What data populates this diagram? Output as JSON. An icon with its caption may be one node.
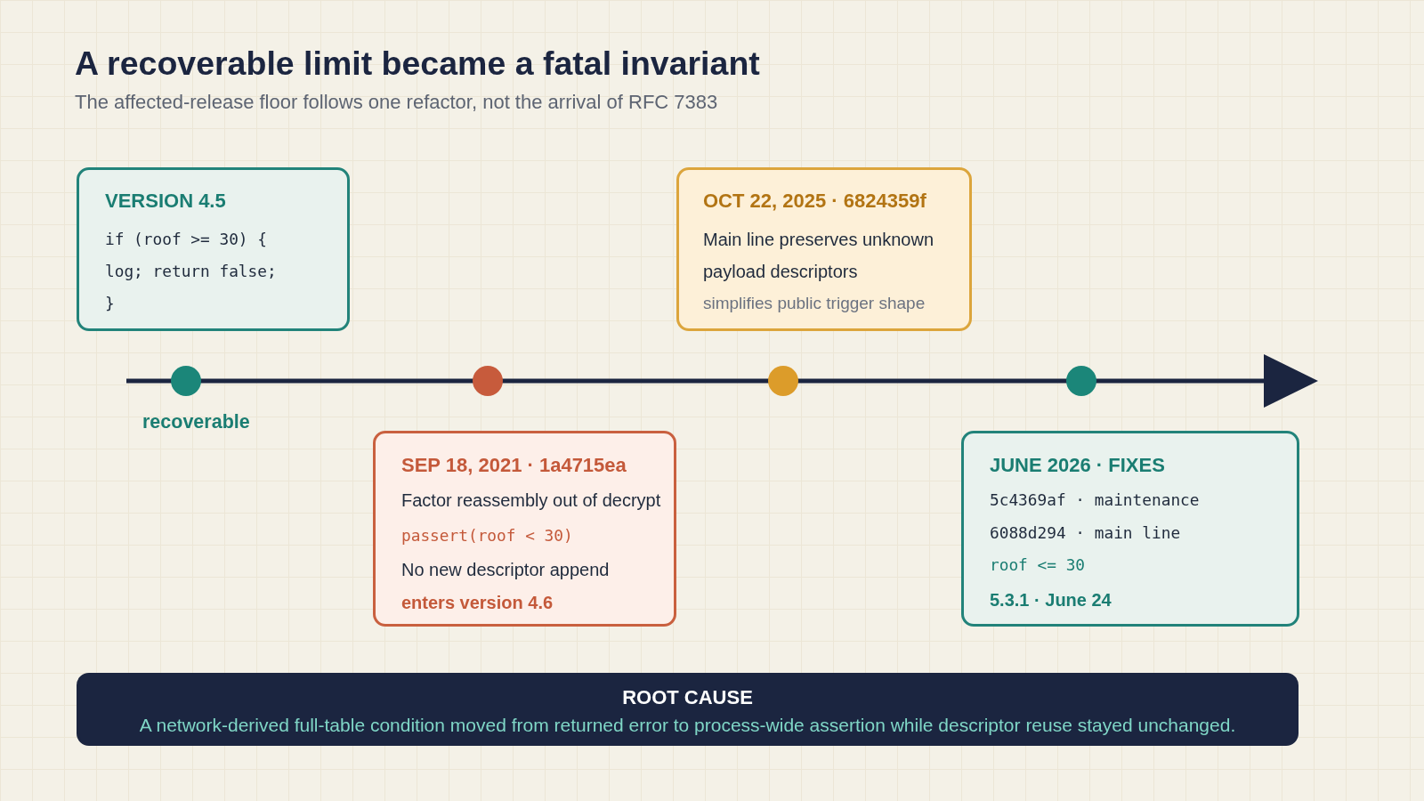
{
  "diagram": {
    "title": "A recoverable limit became a fatal invariant",
    "nodes": [
      {
        "text": [
          "VERSION 4.5",
          "if (roof >= 30) {",
          "log; return false;",
          "}"
        ]
      },
      {
        "text": [
          "SEP 18, 2021 · 1a4715ea",
          "Factor reassembly out of decrypt",
          "passert(roof < 30)",
          "No new descriptor append",
          "enters version 4.6"
        ]
      },
      {
        "text": [
          "OCT 22, 2025 · 6824359f",
          "Main line preserves unknown payload descriptors",
          "simplifies public trigger shape"
        ]
      },
      {
        "text": [
          "JUNE 2026 · FIXES",
          "5c4369af · maintenance",
          "6088d294 · main line",
          "roof <= 30",
          "5.3.1 · June 24"
        ]
      },
      {
        "text": [
          "ROOT CAUSE",
          "A network-derived full-table condition moved from returned error to process-wide assertion while descriptor reuse stayed unchanged."
        ]
      }
    ],
    "labels": [
      "The affected-release floor follows one refactor, not the arrival of RFC 7383",
      "recoverable"
    ]
  }
}
